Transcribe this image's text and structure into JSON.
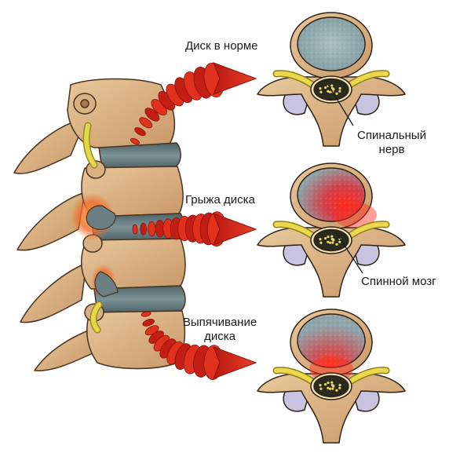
{
  "labels": {
    "normal_disc": "Диск в норме",
    "herniated_disc": "Грыжа диска",
    "bulging_disc_line1": "Выпячивание",
    "bulging_disc_line2": "диска",
    "spinal_nerve_line1": "Спинальный",
    "spinal_nerve_line2": "нерв",
    "spinal_cord": "Спинной мозг"
  },
  "colors": {
    "bone": "#dcb88a",
    "bone_dark": "#b8875a",
    "disc": "#5f7478",
    "nucleus": "#9bb3b8",
    "arrow_red": "#d42a1e",
    "nerve": "#e8d64a",
    "cord": "#2b2a1e",
    "inflammation": "#e8402a",
    "ligament": "#b9b6d6"
  },
  "icons": [
    "spine-illustration",
    "vertebra-cross-section",
    "red-arrow"
  ]
}
